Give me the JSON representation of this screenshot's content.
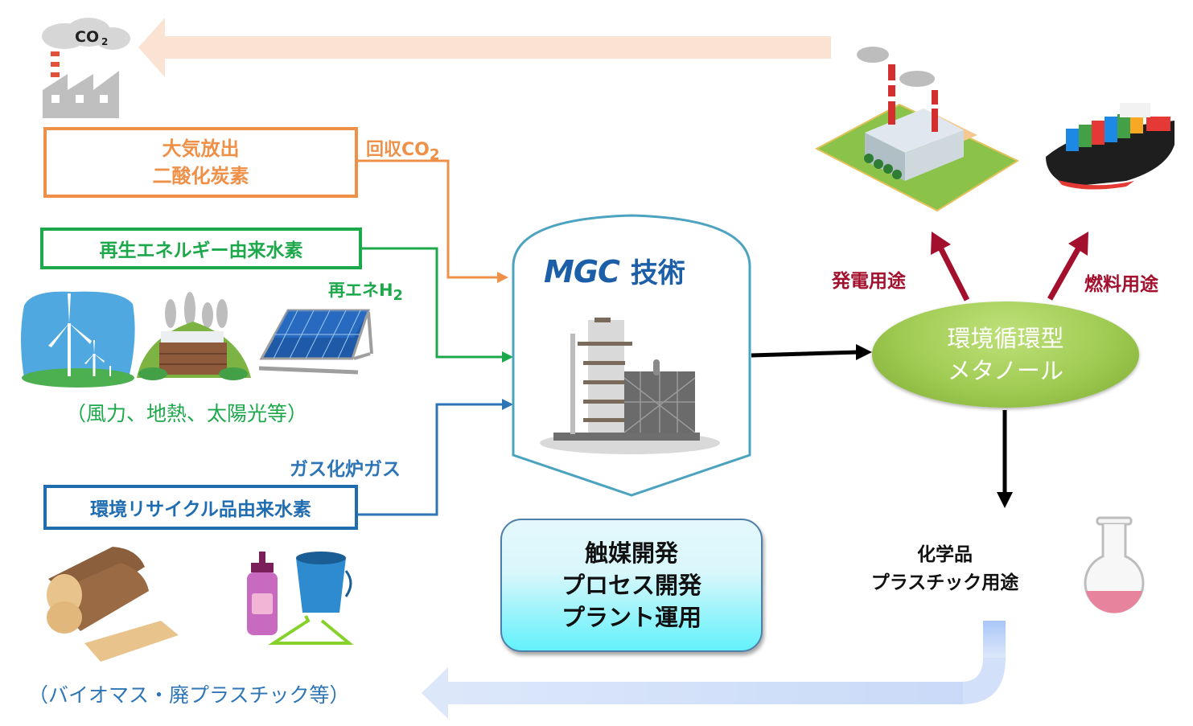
{
  "diagram": {
    "title_logo": "MGC",
    "title_suffix": "技術",
    "sources": [
      {
        "id": "atmospheric-co2",
        "box_lines": [
          "大気放出",
          "二酸化炭素"
        ],
        "flow_label": "回収CO",
        "flow_label_sub": "2",
        "color": "#EF9048"
      },
      {
        "id": "renewable-hydrogen",
        "box_lines": [
          "再生エネルギー由来水素"
        ],
        "flow_label": "再エネH",
        "flow_label_sub": "2",
        "caption": "（風力、地熱、太陽光等）",
        "illustrations": [
          "wind-turbines",
          "geothermal-plant",
          "solar-panel"
        ],
        "color": "#1DA84B"
      },
      {
        "id": "recycled-hydrogen",
        "box_lines": [
          "環境リサイクル品由来水素"
        ],
        "flow_label": "ガス化炉ガス",
        "caption": "（バイオマス・廃プラスチック等）",
        "illustrations": [
          "firewood-logs",
          "plastic-waste"
        ],
        "color": "#1F6DB0"
      }
    ],
    "process": {
      "illustration": "chemical-plant",
      "border_color": "#4BA3C0"
    },
    "development_box": {
      "lines": [
        "触媒開発",
        "プロセス開発",
        "プラント運用"
      ]
    },
    "product": {
      "lines": [
        "環境循環型",
        "メタノール"
      ],
      "color": "#9FCB52"
    },
    "uses": [
      {
        "id": "power",
        "label": "発電用途",
        "illustration": "power-plant",
        "color": "#A3102E"
      },
      {
        "id": "fuel",
        "label": "燃料用途",
        "illustration": "container-ship",
        "color": "#A3102E"
      },
      {
        "id": "chemicals",
        "lines": [
          "化学品",
          "プラスチック用途"
        ],
        "illustration": "flask"
      }
    ],
    "emission_source": {
      "icon": "factory-co2",
      "cloud_text": "CO",
      "cloud_sub": "2"
    },
    "cycle_arrows": {
      "top_color": "#FBE3D3",
      "bottom_color": "#C9DAF8"
    }
  }
}
